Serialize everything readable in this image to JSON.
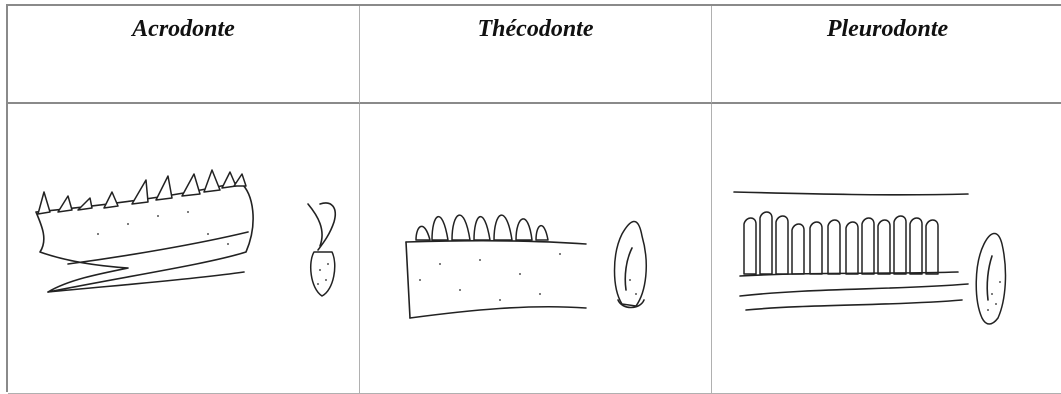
{
  "table": {
    "columns": [
      {
        "header": "Acrodonte"
      },
      {
        "header": "Thécodonte"
      },
      {
        "header": "Pleurodonte"
      }
    ]
  },
  "illustrations": [
    {
      "icon": "acrodont-jaw-drawing"
    },
    {
      "icon": "thecodont-jaw-drawing"
    },
    {
      "icon": "pleurodont-jaw-drawing"
    }
  ]
}
